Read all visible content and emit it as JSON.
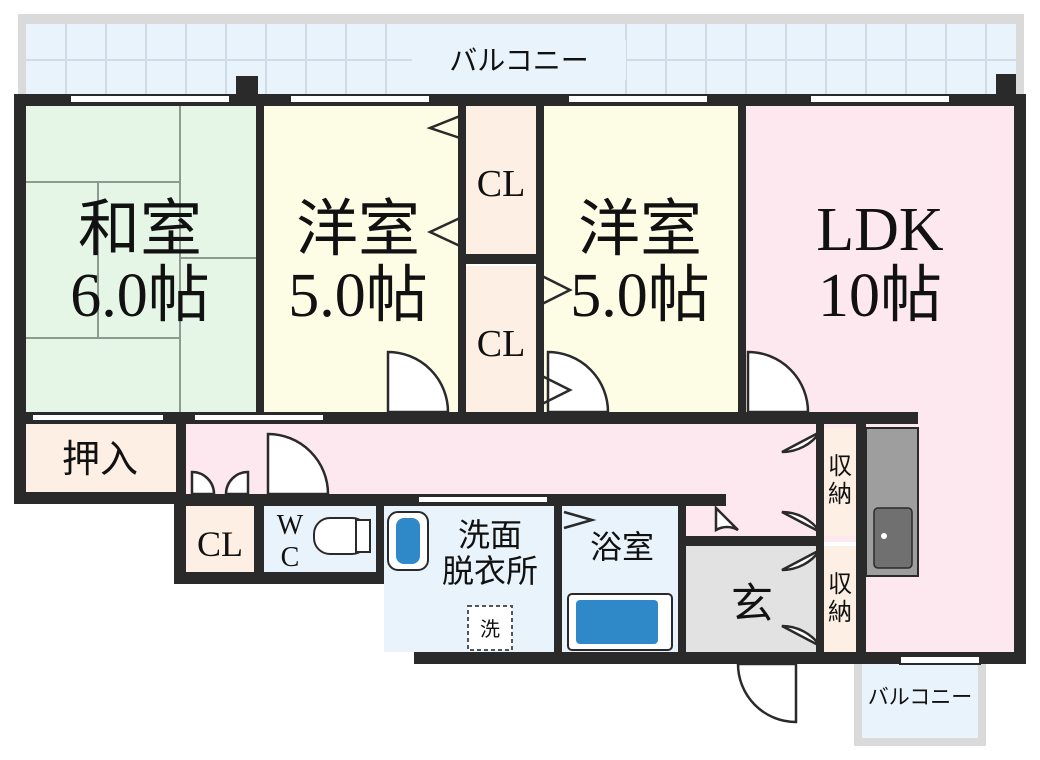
{
  "balcony_top": "バルコニー",
  "balcony_bottom": "バルコニー",
  "rooms": {
    "washitsu": {
      "name": "和室",
      "size": "6.0帖"
    },
    "youshitsu1": {
      "name": "洋室",
      "size": "5.0帖"
    },
    "youshitsu2": {
      "name": "洋室",
      "size": "5.0帖"
    },
    "ldk": {
      "name": "LDK",
      "size": "10帖"
    },
    "closet_a": "CL",
    "closet_b": "CL",
    "closet_c": "CL",
    "oshiire": "押入",
    "wc_line1": "W",
    "wc_line2": "C",
    "senmen_line1": "洗面",
    "senmen_line2": "脱衣所",
    "washer": "洗",
    "yokushitsu": "浴室",
    "genkan": "玄",
    "shuno1_line1": "収",
    "shuno1_line2": "納",
    "shuno2_line1": "収",
    "shuno2_line2": "納"
  },
  "colors": {
    "wall": "#2a2a2a",
    "washitsu": "#e6f6e6",
    "youshitsu": "#fdfde6",
    "ldk": "#fde8f0",
    "corridor": "#fde8f0",
    "closet": "#fdefe3",
    "wet_area": "#e8f3fb",
    "genkan": "#e2e2e2",
    "balcony": "#e8f3fb",
    "tatami_line": "#8f9a8f"
  }
}
